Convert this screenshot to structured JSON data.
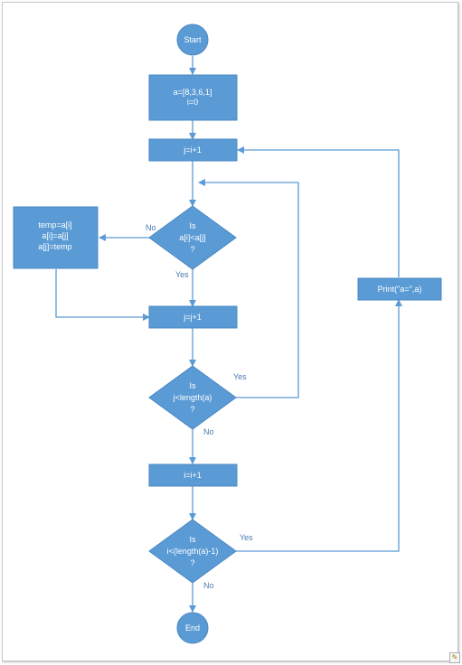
{
  "colors": {
    "shape_fill": "#5b9bd5",
    "shape_stroke": "#4a88c4",
    "connector": "#5b9bd5",
    "shape_text": "#ffffff",
    "label_text": "#4a7ab0"
  },
  "nodes": {
    "start": "Start",
    "init": [
      "a=[8,3,6,1]",
      "i=0"
    ],
    "set_j": "j=i+1",
    "cond_inner": [
      "Is",
      "a[i]<a[j]",
      "?"
    ],
    "swap": [
      "temp=a[i]",
      "a[i]=a[j]",
      "a[j]=temp"
    ],
    "inc_j": "j=j+1",
    "cond_j": [
      "Is",
      "j<length(a)",
      "?"
    ],
    "inc_i": "i=i+1",
    "cond_i": [
      "Is",
      "i<(length(a)-1)",
      "?"
    ],
    "print": "Print(\"a=\",a)",
    "end": "End"
  },
  "edge_labels": {
    "inner_no": "No",
    "inner_yes": "Yes",
    "j_yes": "Yes",
    "j_no": "No",
    "i_yes": "Yes",
    "i_no": "No"
  },
  "page_icon": "document-corner-icon"
}
